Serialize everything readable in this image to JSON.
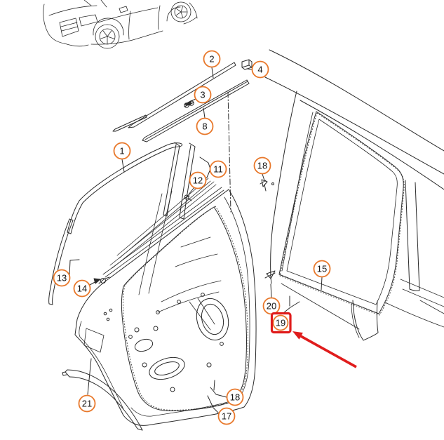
{
  "colors": {
    "callout_ring": "#e8782b",
    "highlight_red": "#e01c1c",
    "line_art": "#2a2a2a",
    "background": "#ffffff"
  },
  "callouts": {
    "c1": {
      "label": "1"
    },
    "c2": {
      "label": "2"
    },
    "c3": {
      "label": "3"
    },
    "c4": {
      "label": "4"
    },
    "c8": {
      "label": "8"
    },
    "c11": {
      "label": "11"
    },
    "c12": {
      "label": "12"
    },
    "c13": {
      "label": "13"
    },
    "c14": {
      "label": "14"
    },
    "c15": {
      "label": "15"
    },
    "c17": {
      "label": "17"
    },
    "c18_upper": {
      "label": "18"
    },
    "c18_lower": {
      "label": "18"
    },
    "c19": {
      "label": "19",
      "highlighted": true
    },
    "c20": {
      "label": "20"
    },
    "c21": {
      "label": "21"
    }
  },
  "highlight": {
    "target_label": "19"
  }
}
